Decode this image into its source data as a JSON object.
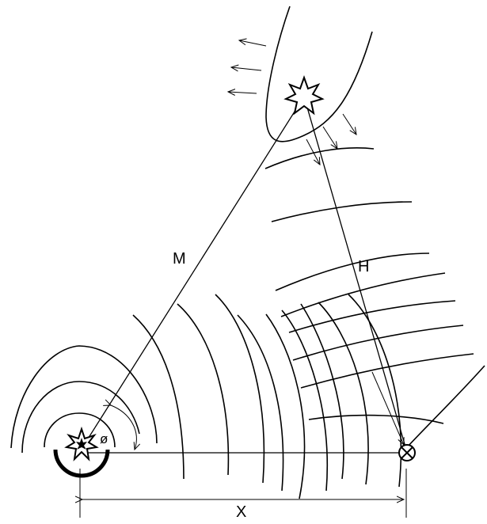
{
  "labels": {
    "M": "M",
    "H": "H",
    "X": "X",
    "phi": "ø"
  }
}
